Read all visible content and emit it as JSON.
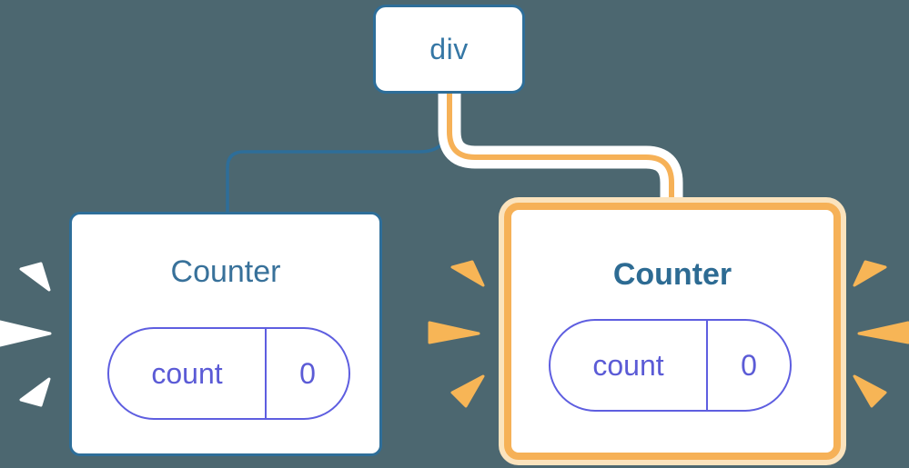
{
  "colors": {
    "bg": "#4c6770",
    "white": "#ffffff",
    "blue": "#2e6e99",
    "node-text": "#3577a5",
    "title": "#38719a",
    "title-bold": "#2d6b93",
    "purple": "#5b5bd6",
    "purple-border": "#5e5ee0",
    "orange": "#f6b157",
    "pale": "#fbe3bd",
    "wedge": "#f7b556"
  },
  "tree": {
    "root": {
      "label": "div"
    },
    "children": [
      {
        "title": "Counter",
        "highlighted": false,
        "state": {
          "key": "count",
          "value": "0"
        }
      },
      {
        "title": "Counter",
        "highlighted": true,
        "state": {
          "key": "count",
          "value": "0"
        }
      }
    ]
  },
  "decorations": {
    "left_burst": "white-burst-rays",
    "middle_burst": "orange-burst-rays",
    "right_burst": "orange-burst-rays"
  }
}
